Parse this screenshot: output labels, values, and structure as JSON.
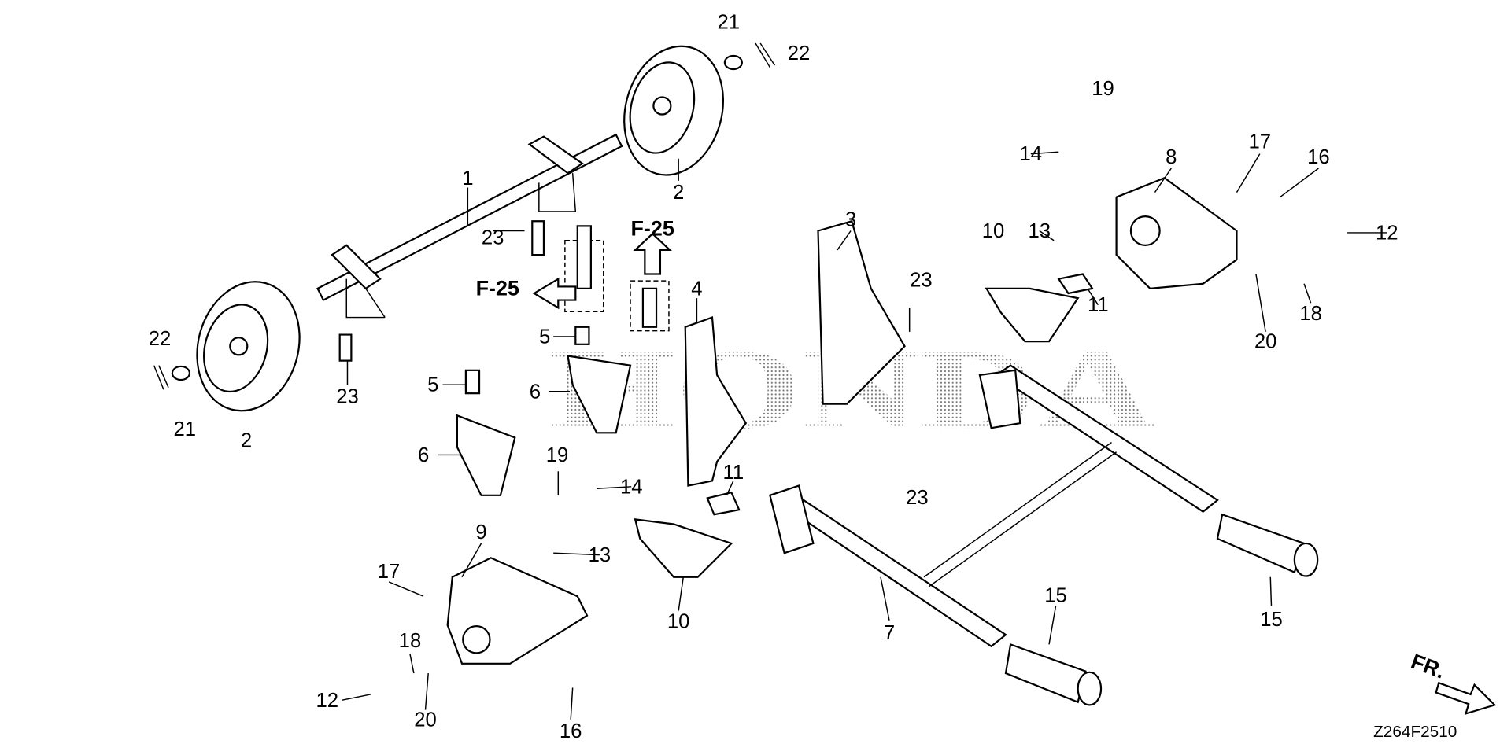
{
  "diagram": {
    "watermark": "HONDA",
    "diagram_code": "Z264F2510",
    "front_indicator": "FR.",
    "references": [
      "F-25",
      "F-25"
    ],
    "callouts": [
      "21",
      "22",
      "2",
      "1",
      "23",
      "22",
      "21",
      "2",
      "23",
      "5",
      "5",
      "6",
      "6",
      "4",
      "3",
      "23",
      "23",
      "19",
      "14",
      "8",
      "17",
      "16",
      "13",
      "12",
      "10",
      "11",
      "18",
      "20",
      "19",
      "14",
      "11",
      "9",
      "13",
      "17",
      "18",
      "12",
      "20",
      "16",
      "10",
      "7",
      "15",
      "15"
    ]
  }
}
